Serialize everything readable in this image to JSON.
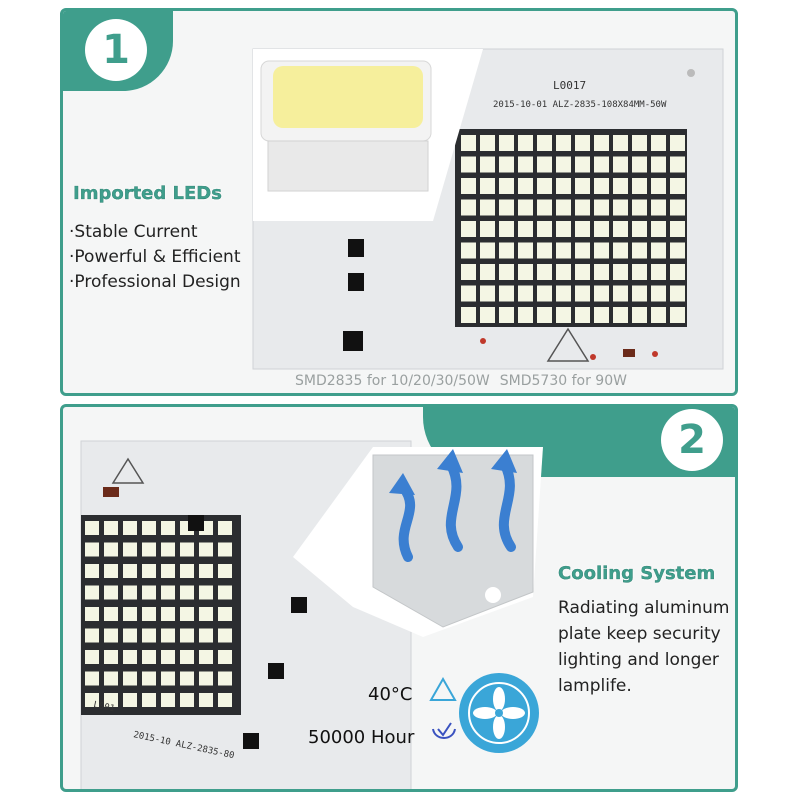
{
  "panel1": {
    "number": "1",
    "heading": "Imported LEDs",
    "features": [
      "·Stable Current",
      "·Powerful & Efficient",
      "·Professional Design"
    ],
    "board_label_1": "L0017",
    "board_label_2": "2015-10-01 ALZ-2835-108X84MM-50W",
    "caption_a": "SMD2835 for 10/20/30/50W",
    "caption_b": "SMD5730 for 90W"
  },
  "panel2": {
    "number": "2",
    "heading": "Cooling System",
    "description": "Radiating aluminum plate keep security lighting and longer lamplife.",
    "board_label_1": "L001",
    "board_label_2": "2015-10 ALZ-2835-80",
    "stat_temp": "40°C",
    "stat_hours": "50000 Hour"
  },
  "colors": {
    "teal": "#3f9e8c",
    "led": "#f4f6e4",
    "board": "#eef0f1",
    "fan": "#3aa6d8"
  }
}
